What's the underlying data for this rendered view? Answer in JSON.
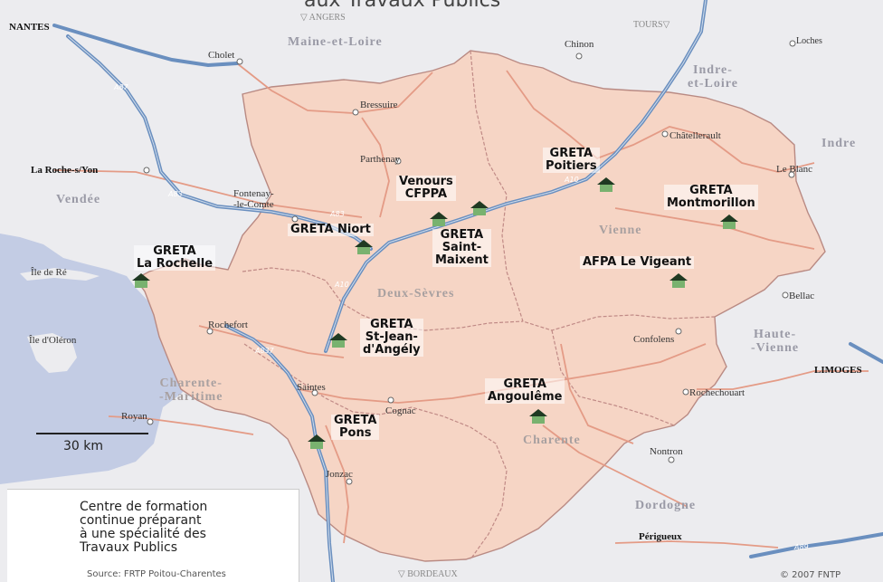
{
  "title_fragment": "aux Travaux Publics",
  "colors": {
    "region_fill": "#f6d5c5",
    "outside_fill": "#ececef",
    "sea": "#c3cce4",
    "highway": "#6a8fbf",
    "road": "#e49b86",
    "border": "#b98a83",
    "marker": "#2b4d2f"
  },
  "departments": [
    {
      "id": "maine-et-loire",
      "label": "Maine-et-Loire"
    },
    {
      "id": "indre-et-loire",
      "label": "Indre-\net-Loire"
    },
    {
      "id": "indre",
      "label": "Indre"
    },
    {
      "id": "vendee",
      "label": "Vendée"
    },
    {
      "id": "vienne",
      "label": "Vienne"
    },
    {
      "id": "deux-sevres",
      "label": "Deux-Sèvres"
    },
    {
      "id": "haute-vienne",
      "label": "Haute-\n-Vienne"
    },
    {
      "id": "charente-maritime",
      "label": "Charente-\n-Maritime"
    },
    {
      "id": "charente",
      "label": "Charente"
    },
    {
      "id": "dordogne",
      "label": "Dordogne"
    }
  ],
  "towns": [
    {
      "id": "nantes",
      "label": "NANTES"
    },
    {
      "id": "angers",
      "label": "▽ ANGERS"
    },
    {
      "id": "tours",
      "label": "TOURS▽"
    },
    {
      "id": "cholet",
      "label": "Cholet"
    },
    {
      "id": "chinon",
      "label": "Chinon"
    },
    {
      "id": "loches",
      "label": "Loches"
    },
    {
      "id": "bressuire",
      "label": "Bressuire"
    },
    {
      "id": "chatellerault",
      "label": "Châtellerault"
    },
    {
      "id": "parthenay",
      "label": "Parthenay"
    },
    {
      "id": "la-roche-sur-yon",
      "label": "La Roche-s/Yon"
    },
    {
      "id": "le-blanc",
      "label": "Le Blanc"
    },
    {
      "id": "fontenay-le-comte",
      "label": "Fontenay-\n-le-Comte"
    },
    {
      "id": "ile-de-re",
      "label": "Île de Ré"
    },
    {
      "id": "bellac",
      "label": "Bellac"
    },
    {
      "id": "rochefort",
      "label": "Rochefort"
    },
    {
      "id": "ile-d-oleron",
      "label": "Île d'Oléron"
    },
    {
      "id": "confolens",
      "label": "Confolens"
    },
    {
      "id": "limoges",
      "label": "LIMOGES"
    },
    {
      "id": "saintes",
      "label": "Saintes"
    },
    {
      "id": "cognac",
      "label": "Cognac"
    },
    {
      "id": "rochechouart",
      "label": "Rochechouart"
    },
    {
      "id": "royan",
      "label": "Royan"
    },
    {
      "id": "nontron",
      "label": "Nontron"
    },
    {
      "id": "jonzac",
      "label": "Jonzac"
    },
    {
      "id": "perigueux",
      "label": "Périgueux"
    },
    {
      "id": "bordeaux",
      "label": "▽ BORDEAUX"
    }
  ],
  "roads": [
    {
      "id": "a87-north",
      "label": "A87"
    },
    {
      "id": "a83-vendee",
      "label": "A83"
    },
    {
      "id": "a83-niort",
      "label": "A83"
    },
    {
      "id": "a10-north",
      "label": "A10"
    },
    {
      "id": "a10-south",
      "label": "A10"
    },
    {
      "id": "a837",
      "label": "A837"
    },
    {
      "id": "a89",
      "label": "A89"
    }
  ],
  "centers": [
    {
      "id": "greta-poitiers",
      "label": "GRETA\nPoitiers"
    },
    {
      "id": "venours-cfppa",
      "label": "Venours\nCFPPA"
    },
    {
      "id": "greta-montmorillon",
      "label": "GRETA\nMontmorillon"
    },
    {
      "id": "greta-niort",
      "label": "GRETA Niort"
    },
    {
      "id": "greta-saint-maixent",
      "label": "GRETA\nSaint-\nMaixent"
    },
    {
      "id": "greta-la-rochelle",
      "label": "GRETA\nLa Rochelle"
    },
    {
      "id": "afpa-le-vigeant",
      "label": "AFPA Le Vigeant"
    },
    {
      "id": "greta-st-jean-d-angely",
      "label": "GRETA\nSt-Jean-\nd'Angély"
    },
    {
      "id": "greta-angouleme",
      "label": "GRETA\nAngoulême"
    },
    {
      "id": "greta-pons",
      "label": "GRETA\nPons"
    }
  ],
  "scale": {
    "label": "30 km"
  },
  "legend": {
    "text": "Centre de formation\ncontinue préparant\nà une spécialité des\nTravaux Publics",
    "source": "Source: FRTP Poitou-Charentes"
  },
  "copyright": "© 2007 FNTP"
}
